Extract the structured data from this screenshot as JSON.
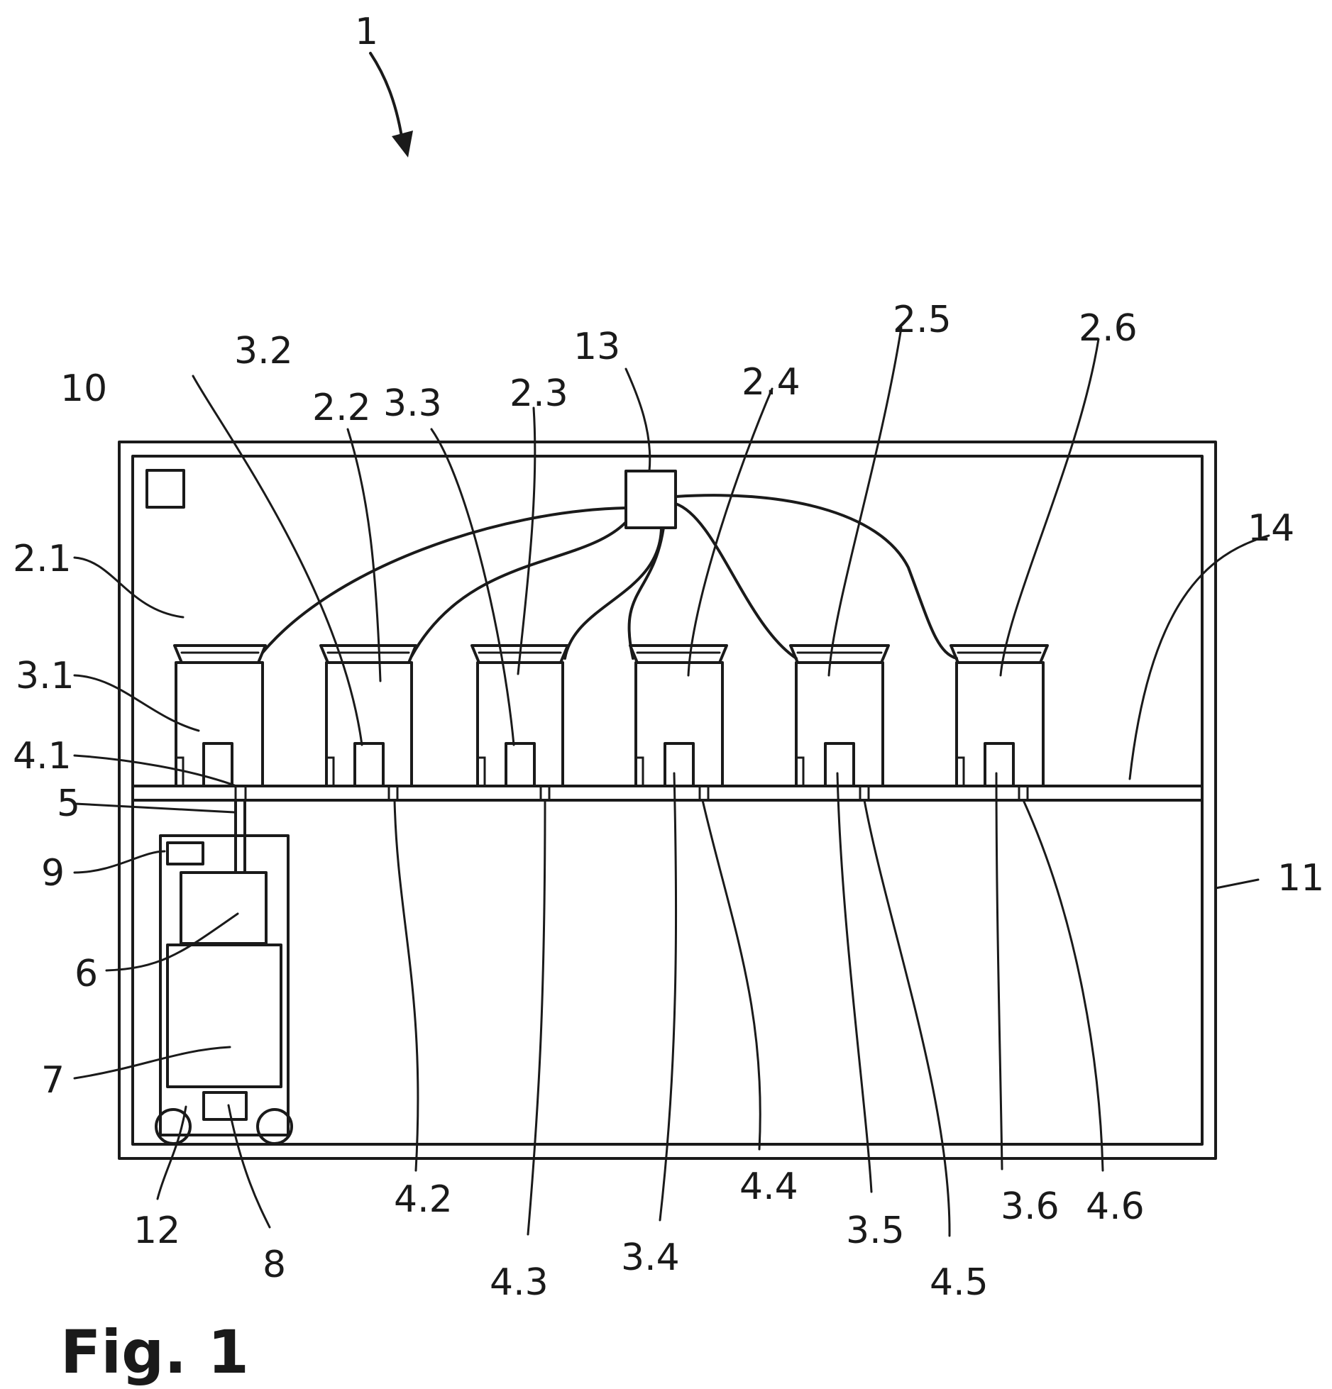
{
  "figure": {
    "caption": "Fig. 1",
    "labels": {
      "system": "1",
      "m2_1": "2.1",
      "m2_2": "2.2",
      "m2_3": "2.3",
      "m2_4": "2.4",
      "m2_5": "2.5",
      "m2_6": "2.6",
      "s3_1": "3.1",
      "s3_2": "3.2",
      "s3_3": "3.3",
      "s3_4": "3.4",
      "s3_5": "3.5",
      "s3_6": "3.6",
      "p4_1": "4.1",
      "p4_2": "4.2",
      "p4_3": "4.3",
      "p4_4": "4.4",
      "p4_5": "4.5",
      "p4_6": "4.6",
      "n5": "5",
      "n6": "6",
      "n7": "7",
      "n8": "8",
      "n9": "9",
      "n10": "10",
      "n11": "11",
      "n12": "12",
      "n13": "13",
      "n14": "14"
    }
  }
}
